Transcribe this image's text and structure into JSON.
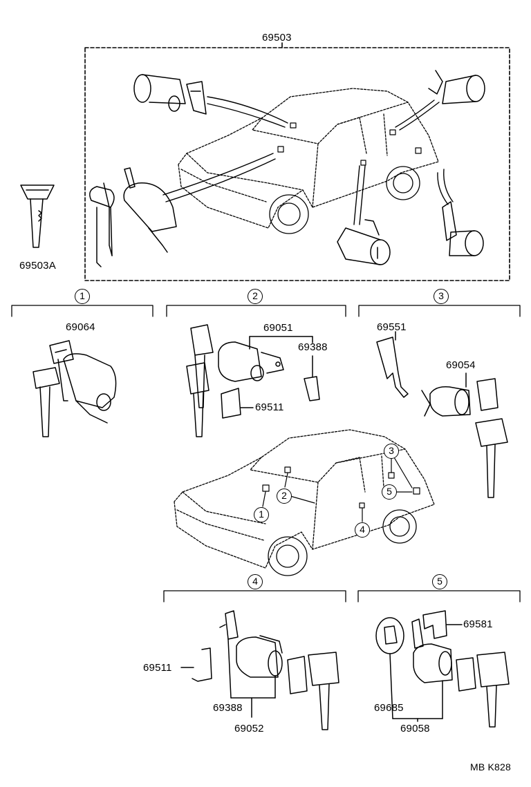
{
  "diagram": {
    "main_assembly_part": "69503",
    "key_part": "69503A",
    "groups": [
      {
        "marker": "1",
        "parts": [
          "69064"
        ]
      },
      {
        "marker": "2",
        "parts": [
          "69051",
          "69388",
          "69511"
        ]
      },
      {
        "marker": "3",
        "parts": [
          "69551",
          "69054"
        ]
      },
      {
        "marker": "4",
        "parts": [
          "69388",
          "69511",
          "69052"
        ]
      },
      {
        "marker": "5",
        "parts": [
          "69685",
          "69581",
          "69058"
        ]
      }
    ],
    "car_callouts": [
      "3",
      "5",
      "2",
      "1",
      "4"
    ],
    "footer_code": "MB  K828"
  }
}
